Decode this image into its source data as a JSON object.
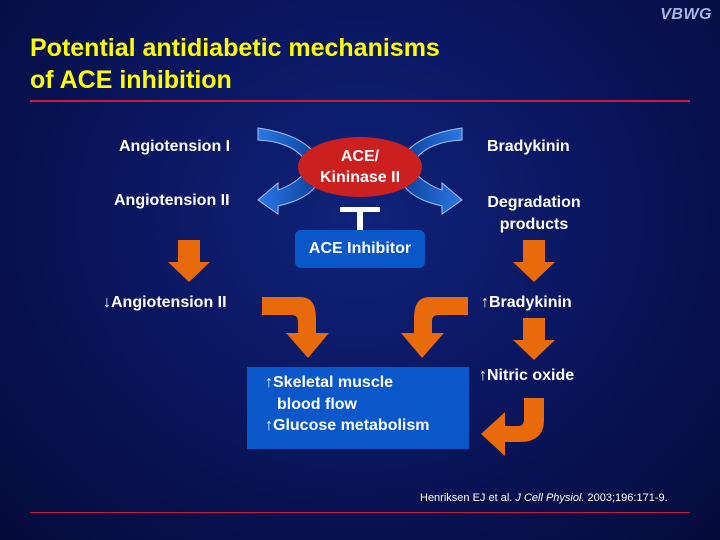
{
  "logo": "VBWG",
  "title": [
    "Potential antidiabetic mechanisms",
    "of ACE inhibition"
  ],
  "left": {
    "ang1": "Angiotension I",
    "ang2": "Angiotension II",
    "down_ang2": "Angiotension II"
  },
  "center": {
    "ace_line1": "ACE/",
    "ace_line2": "Kininase II",
    "inhibitor": "ACE Inhibitor"
  },
  "right": {
    "brady": "Bradykinin",
    "degr1": "Degradation",
    "degr2": "products",
    "up_brady": "Bradykinin",
    "up_no": "Nitric oxide"
  },
  "result": {
    "line1": "Skeletal muscle",
    "line2": "blood flow",
    "line3": "Glucose metabolism"
  },
  "citation": {
    "authors": "Henriksen EJ et al.",
    "journal": "J Cell Physiol.",
    "ref": "2003;196:171-9."
  },
  "colors": {
    "title": "#ffff00",
    "arrow_orange": "#e86a0a",
    "box_blue": "#0a57c9",
    "ace_red": "#cc1f1f",
    "rule": "#c0203a"
  }
}
